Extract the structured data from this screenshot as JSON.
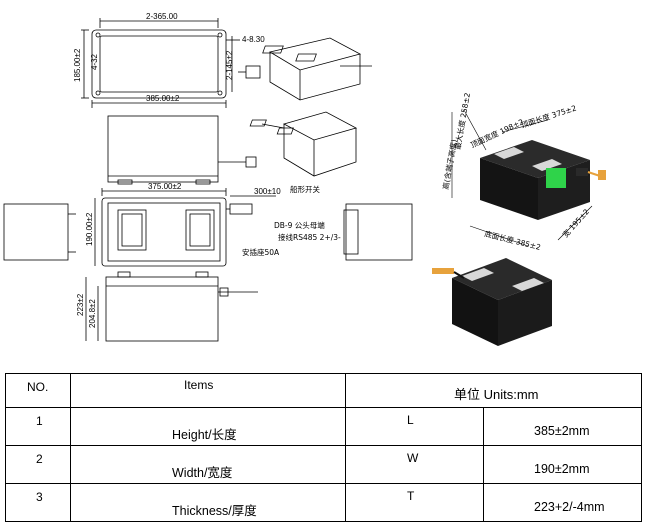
{
  "drawing": {
    "top_view": {
      "dim_top": "2-365.00",
      "dim_left": "185.00±2",
      "dim_inner_left": "4-32",
      "dim_right": "2-145±2",
      "dim_hole": "4-8.30",
      "dim_bottom": "385.00±2"
    },
    "middle_view": {
      "dim_width": "375.00±2",
      "dim_height": "190.00±2",
      "dim_cable": "300±10",
      "label_rocker_switch": "船形开关",
      "label_db9": "DB-9 公头母端",
      "label_rs485": "接线RS485 2+/3-",
      "label_fuse": "安插座50A"
    },
    "side_view": {
      "dim_outer": "223±2",
      "dim_inner": "204.8±2"
    },
    "iso_view": {
      "label_total_height": "高(含端子高度)",
      "label_max_length": "最大长度 258±2",
      "label_top_width": "顶面宽度 198±2",
      "label_top_length": "顶面长度 375±2",
      "label_bottom_length": "底面长度 385±2",
      "label_bottom_width": "宽 195±2"
    }
  },
  "table": {
    "header": {
      "no": "NO.",
      "items": "Items",
      "units": "单位 Units:mm"
    },
    "rows": [
      {
        "no": "1",
        "item": "Height/长度",
        "symbol": "L",
        "value": "385±2mm"
      },
      {
        "no": "2",
        "item": "Width/宽度",
        "symbol": "W",
        "value": "190±2mm"
      },
      {
        "no": "3",
        "item": "Thickness/厚度",
        "symbol": "T",
        "value": "223+2/-4mm"
      }
    ]
  },
  "colors": {
    "battery_body": "#1c1c1c",
    "terminal_green": "#2fd34a",
    "connector_orange": "#e7a23c"
  }
}
